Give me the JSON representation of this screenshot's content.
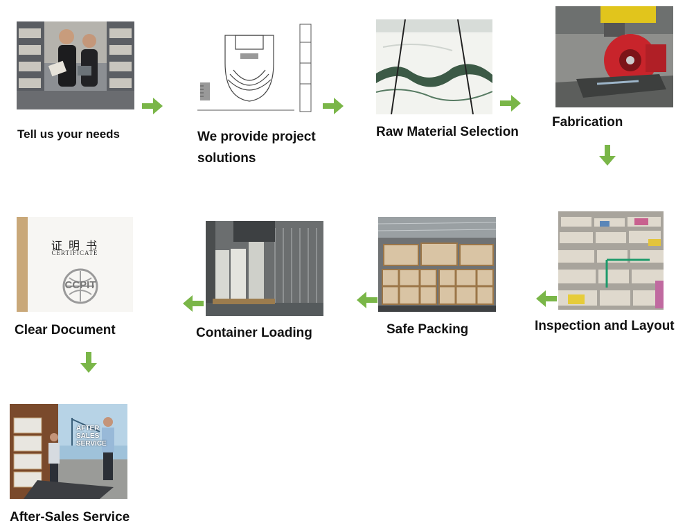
{
  "colors": {
    "arrow": "#7ab648",
    "text": "#111111",
    "background": "#ffffff"
  },
  "steps": [
    {
      "label": "Tell us your needs",
      "image": "warehouse-consultation-photo"
    },
    {
      "label": "We provide project solutions",
      "image": "floor-plan-drawing"
    },
    {
      "label": "Raw Material Selection",
      "image": "marble-slab-lifting-photo"
    },
    {
      "label": "Fabrication",
      "image": "stone-cutting-machine-photo"
    },
    {
      "label": "Inspection and Layout",
      "image": "slab-layout-inspection-photo"
    },
    {
      "label": "Safe Packing",
      "image": "wooden-crates-photo"
    },
    {
      "label": "Container Loading",
      "image": "container-loading-photo"
    },
    {
      "label": "Clear Document",
      "image": "certificate-document-photo"
    },
    {
      "label": "After-Sales Service",
      "image": "after-sales-service-photo"
    }
  ],
  "certificate": {
    "title_cn": "证 明 书",
    "title_en": "CERTIFICATE",
    "seal": "CCPIT"
  },
  "after_sales_overlay": [
    "AFTER",
    "SALES SERVICE"
  ]
}
